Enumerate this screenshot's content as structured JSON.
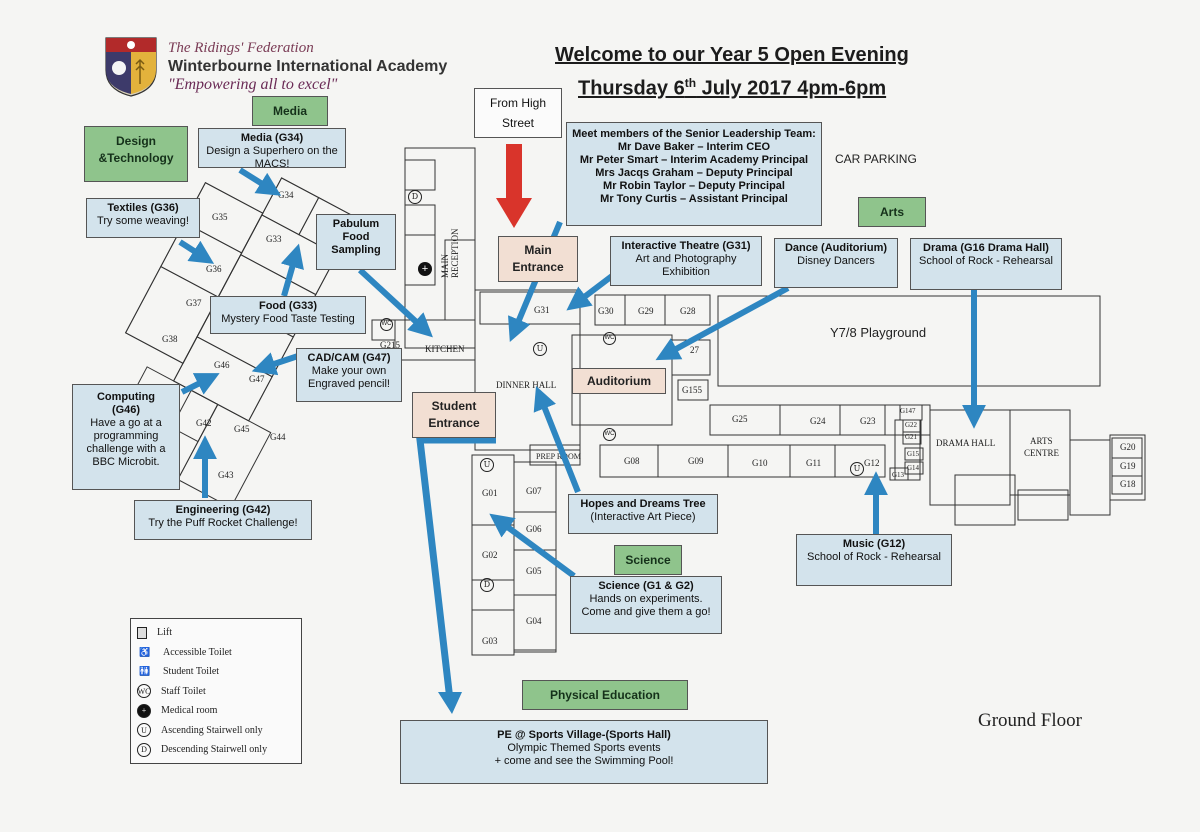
{
  "header": {
    "federation": "The Ridings' Federation",
    "academy": "Winterbourne International Academy",
    "motto": "\"Empowering all to excel\"",
    "title_line1": "Welcome to our Year 5 Open Evening",
    "title_line2_pre": "Thursday 6",
    "title_line2_sup": "th",
    "title_line2_post": " July 2017 4pm-6pm"
  },
  "colors": {
    "info_box": "#d3e3ec",
    "department_box": "#8fc48c",
    "entrance_box": "#f2dfd3",
    "arrow_blue": "#2e86c1",
    "arrow_red": "#d9342b"
  },
  "departments": {
    "media": "Media",
    "design_line1": "Design",
    "design_line2": "&Technology",
    "arts": "Arts",
    "science": "Science",
    "pe": "Physical Education"
  },
  "entrances": {
    "from_high_street_line1": "From High",
    "from_high_street_line2": "Street",
    "main_line1": "Main",
    "main_line2": "Entrance",
    "student_line1": "Student",
    "student_line2": "Entrance",
    "auditorium": "Auditorium"
  },
  "activities": {
    "media_title": "Media (G34)",
    "media_desc": "Design a Superhero on the MACS!",
    "textiles_title": "Textiles (G36)",
    "textiles_desc": "Try some weaving!",
    "pabulum_line1": "Pabulum",
    "pabulum_line2": "Food",
    "pabulum_line3": "Sampling",
    "food_title": "Food (G33)",
    "food_desc": "Mystery Food Taste Testing",
    "cadcam_title": "CAD/CAM (G47)",
    "cadcam_desc1": "Make your own",
    "cadcam_desc2": "Engraved pencil!",
    "computing_title1": "Computing",
    "computing_title2": "(G46)",
    "computing_desc1": "Have a go at a",
    "computing_desc2": "programming",
    "computing_desc3": "challenge with a",
    "computing_desc4": "BBC Microbit.",
    "engineering_title": "Engineering (G42)",
    "engineering_desc": "Try the Puff Rocket Challenge!",
    "slt_title": "Meet members of the Senior Leadership Team:",
    "slt_1": "Mr Dave Baker – Interim CEO",
    "slt_2": "Mr Peter Smart – Interim Academy Principal",
    "slt_3": "Mrs Jacqs Graham – Deputy Principal",
    "slt_4": "Mr Robin Taylor – Deputy Principal",
    "slt_5": "Mr Tony Curtis – Assistant Principal",
    "theatre_title": "Interactive Theatre (G31)",
    "theatre_desc1": "Art and Photography",
    "theatre_desc2": "Exhibition",
    "dance_title": "Dance (Auditorium)",
    "dance_desc": "Disney Dancers",
    "drama_title": "Drama (G16 Drama Hall)",
    "drama_desc": "School of Rock - Rehearsal",
    "hopes_title": "Hopes and Dreams Tree",
    "hopes_desc": "(Interactive Art Piece)",
    "music_title": "Music (G12)",
    "music_desc": "School of Rock - Rehearsal",
    "science_title": "Science (G1 & G2)",
    "science_desc1": "Hands on experiments.",
    "science_desc2": "Come and give them a go!",
    "pe_title": "PE @ Sports Village-(Sports Hall)",
    "pe_desc1": "Olympic Themed Sports events",
    "pe_desc2": "+ come and see the Swimming Pool!"
  },
  "map_labels": {
    "car_parking": "CAR PARKING",
    "playground": "Y7/8 Playground",
    "ground_floor": "Ground Floor",
    "kitchen": "KITCHEN",
    "dinner_hall": "DINNER HALL",
    "drama_hall": "DRAMA HALL",
    "arts_centre_1": "ARTS",
    "arts_centre_2": "CENTRE",
    "main_reception": "MAIN RECEPTION",
    "prep_room": "PREP ROOM",
    "rooms": {
      "g34": "G34",
      "g35": "G35",
      "g33": "G33",
      "g36": "G36",
      "g37": "G37",
      "g38": "G38",
      "g46": "G46",
      "g47": "G47",
      "g42": "G42",
      "g45": "G45",
      "g44": "G44",
      "g43": "G43",
      "g215": "G215",
      "g31": "G31",
      "g30": "G30",
      "g29": "G29",
      "g28": "G28",
      "g27": "27",
      "g155": "G155",
      "g25": "G25",
      "g24": "G24",
      "g23": "G23",
      "g147": "G147",
      "g22": "G22",
      "g21": "G21",
      "g15": "G15",
      "g14": "G14",
      "g13": "G13",
      "g12": "G12",
      "g11": "G11",
      "g10": "G10",
      "g09": "G09",
      "g08": "G08",
      "g01": "G01",
      "g02": "G02",
      "g03": "G03",
      "g07": "G07",
      "g06": "G06",
      "g05": "G05",
      "g04": "G04",
      "g20": "G20",
      "g19": "G19",
      "g18": "G18"
    }
  },
  "legend": {
    "lift": "Lift",
    "accessible_toilet": "Accessible Toilet",
    "student_toilet": "Student Toilet",
    "staff_toilet": "Staff Toilet",
    "medical_room": "Medical room",
    "ascending": "Ascending Stairwell only",
    "descending": "Descending Stairwell only"
  }
}
